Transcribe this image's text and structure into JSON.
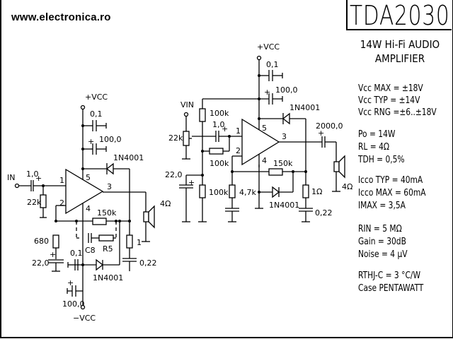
{
  "header": {
    "website": "www.electronica.ro",
    "chip_name": "TDA2030",
    "subtitle_line1": "14W Hi-Fi AUDIO",
    "subtitle_line2": "AMPLIFIER"
  },
  "specs": [
    {
      "name": "Vcc MAX",
      "value": "= ±18V"
    },
    {
      "name": "Vcc TYP",
      "value": "= ±14V"
    },
    {
      "name": "Vcc RNG",
      "value": "=±6..±18V"
    },
    {
      "name": "Po",
      "value": "= 14W"
    },
    {
      "name": "RL",
      "value": "= 4Ω"
    },
    {
      "name": "TDH",
      "value": "= 0,5%"
    },
    {
      "name": "Icco TYP",
      "value": "= 40mA"
    },
    {
      "name": "Icco MAX",
      "value": "= 60mA"
    },
    {
      "name": "IMAX",
      "value": "=  3,5A"
    },
    {
      "name": "RIN",
      "value": "=  5 MΩ"
    },
    {
      "name": "Gain",
      "value": "=  30dB"
    },
    {
      "name": "Noise",
      "value": "=  4 μV"
    },
    {
      "name": "RTHJ-C",
      "value": "= 3 °C/W"
    },
    {
      "name": "Case",
      "value": "PENTAWATT"
    }
  ],
  "split_supply": {
    "vcc_pos": "+VCC",
    "vcc_neg": "−VCC",
    "input": "IN",
    "c_in": "1,0",
    "r_in": "22k",
    "c_dec1": "0,1",
    "c_dec2": "100,0",
    "diode_top": "1N4001",
    "diode_bottom": "1N4001",
    "r_fb": "150k",
    "r_gnd": "680",
    "c_gnd": "22,0",
    "c_neg1": "0,1",
    "c_neg2": "100,0",
    "c8": "C8",
    "r5": "R5",
    "r_zobel": "1",
    "c_zobel": "0,22",
    "speaker": "4Ω",
    "pins": [
      "1",
      "2",
      "3",
      "4",
      "5"
    ]
  },
  "single_supply": {
    "vcc_pos": "+VCC",
    "input": "VIN",
    "pot": "22k",
    "c_in": "1,0",
    "c_dec1": "0,1",
    "c_dec2": "100,0",
    "diode_top": "1N4001",
    "diode_bottom": "1N4001",
    "r_bias_top": "100k",
    "r_bias_mid": "100k",
    "r_bias_bot": "100k",
    "c_bias": "22,0",
    "r_fb": "150k",
    "r_gnd": "4,7k",
    "c_out": "2000,0",
    "r_zobel": "1Ω",
    "c_zobel": "0,22",
    "speaker": "4Ω",
    "pins": [
      "1",
      "2",
      "3",
      "4",
      "5"
    ]
  }
}
